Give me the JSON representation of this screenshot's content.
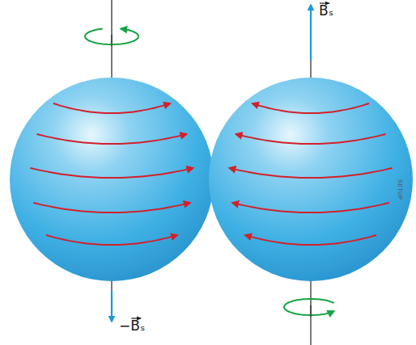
{
  "diagram": {
    "labels": [
      "Bₛ",
      "SETUP",
      "−Bₛ"
    ]
  }
}
